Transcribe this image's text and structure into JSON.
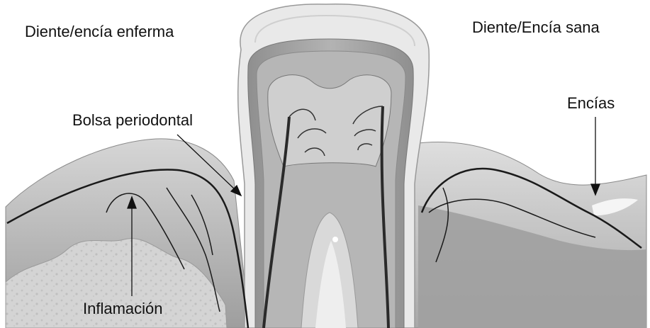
{
  "labels": {
    "diseased": "Diente/encía enferma",
    "healthy": "Diente/Encía sana",
    "pocket": "Bolsa periodontal",
    "gums": "Encías",
    "inflammation": "Inflamación"
  },
  "colors": {
    "enamel": "#e8e8e8",
    "dentin": "#9a9a9a",
    "pulp": "#bdbdbd",
    "gum_diseased": "#a7a7a7",
    "gum_healthy": "#b9b9b9",
    "bone": "#8c8c8c",
    "lines": "#111111"
  }
}
